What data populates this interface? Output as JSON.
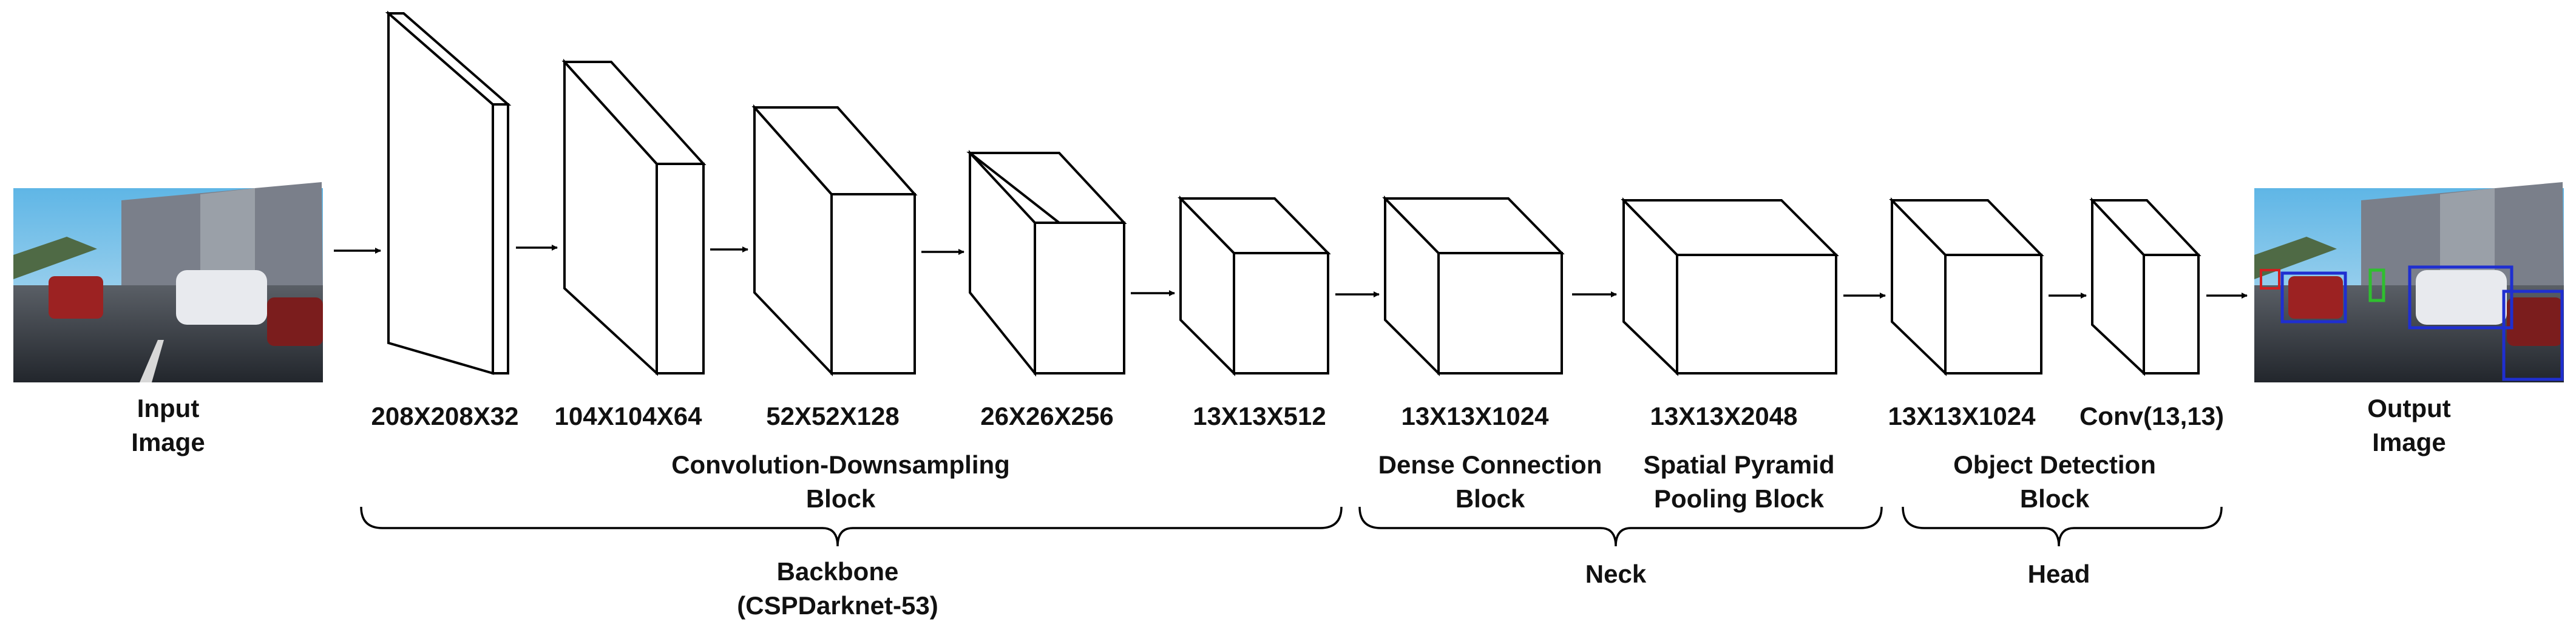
{
  "input_label": [
    "Input",
    "Image"
  ],
  "output_label": [
    "Output",
    "Image"
  ],
  "layers": [
    {
      "dims": "208X208X32"
    },
    {
      "dims": "104X104X64"
    },
    {
      "dims": "52X52X128"
    },
    {
      "dims": "26X26X256"
    },
    {
      "dims": "13X13X512"
    },
    {
      "dims": "13X13X1024"
    },
    {
      "dims": "13X13X2048"
    },
    {
      "dims": "13X13X1024"
    },
    {
      "dims": "Conv(13,13)"
    }
  ],
  "blocks": [
    {
      "lines": [
        "Convolution-Downsampling",
        "Block"
      ]
    },
    {
      "lines": [
        "Dense Connection",
        "Block"
      ]
    },
    {
      "lines": [
        "Spatial Pyramid",
        "Pooling Block"
      ]
    },
    {
      "lines": [
        "Object Detection",
        "Block"
      ]
    }
  ],
  "groups": [
    {
      "lines": [
        "Backbone",
        "(CSPDarknet-53)"
      ]
    },
    {
      "lines": [
        "Neck"
      ]
    },
    {
      "lines": [
        "Head"
      ]
    }
  ],
  "colors": {
    "detection_box_blue": "#1f2fd0",
    "detection_box_green": "#2fbf2f",
    "detection_box_red": "#d02020"
  }
}
